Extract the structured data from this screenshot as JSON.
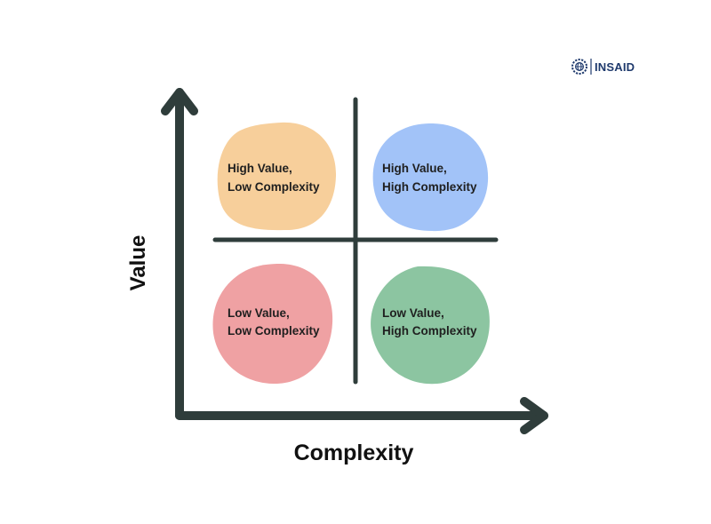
{
  "brand": {
    "name": "INSAID",
    "color": "#1f3a6d",
    "logo_icon": "gear-globe-logo"
  },
  "axes": {
    "x_label": "Complexity",
    "y_label": "Value",
    "color": "#2f3d3b"
  },
  "quadrants": {
    "top_left": {
      "line1": "High Value,",
      "line2": "Low Complexity",
      "color": "#f7cf9b"
    },
    "top_right": {
      "line1": "High Value,",
      "line2": "High Complexity",
      "color": "#a2c3f8"
    },
    "bottom_left": {
      "line1": "Low Value,",
      "line2": "Low Complexity",
      "color": "#efa1a3"
    },
    "bottom_right": {
      "line1": "Low Value,",
      "line2": "High Complexity",
      "color": "#8cc5a1"
    }
  }
}
